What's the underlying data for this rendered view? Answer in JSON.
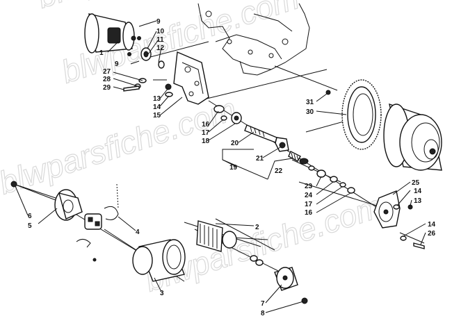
{
  "watermark": {
    "text": "blwparsfiche.com"
  },
  "callouts": [
    "1",
    "2",
    "3",
    "4",
    "5",
    "6",
    "7",
    "8",
    "9",
    "9",
    "10",
    "11",
    "12",
    "13",
    "13",
    "14",
    "14",
    "14",
    "15",
    "16",
    "16",
    "17",
    "17",
    "18",
    "19",
    "20",
    "21",
    "22",
    "23",
    "24",
    "25",
    "26",
    "27",
    "28",
    "29",
    "30",
    "31"
  ]
}
